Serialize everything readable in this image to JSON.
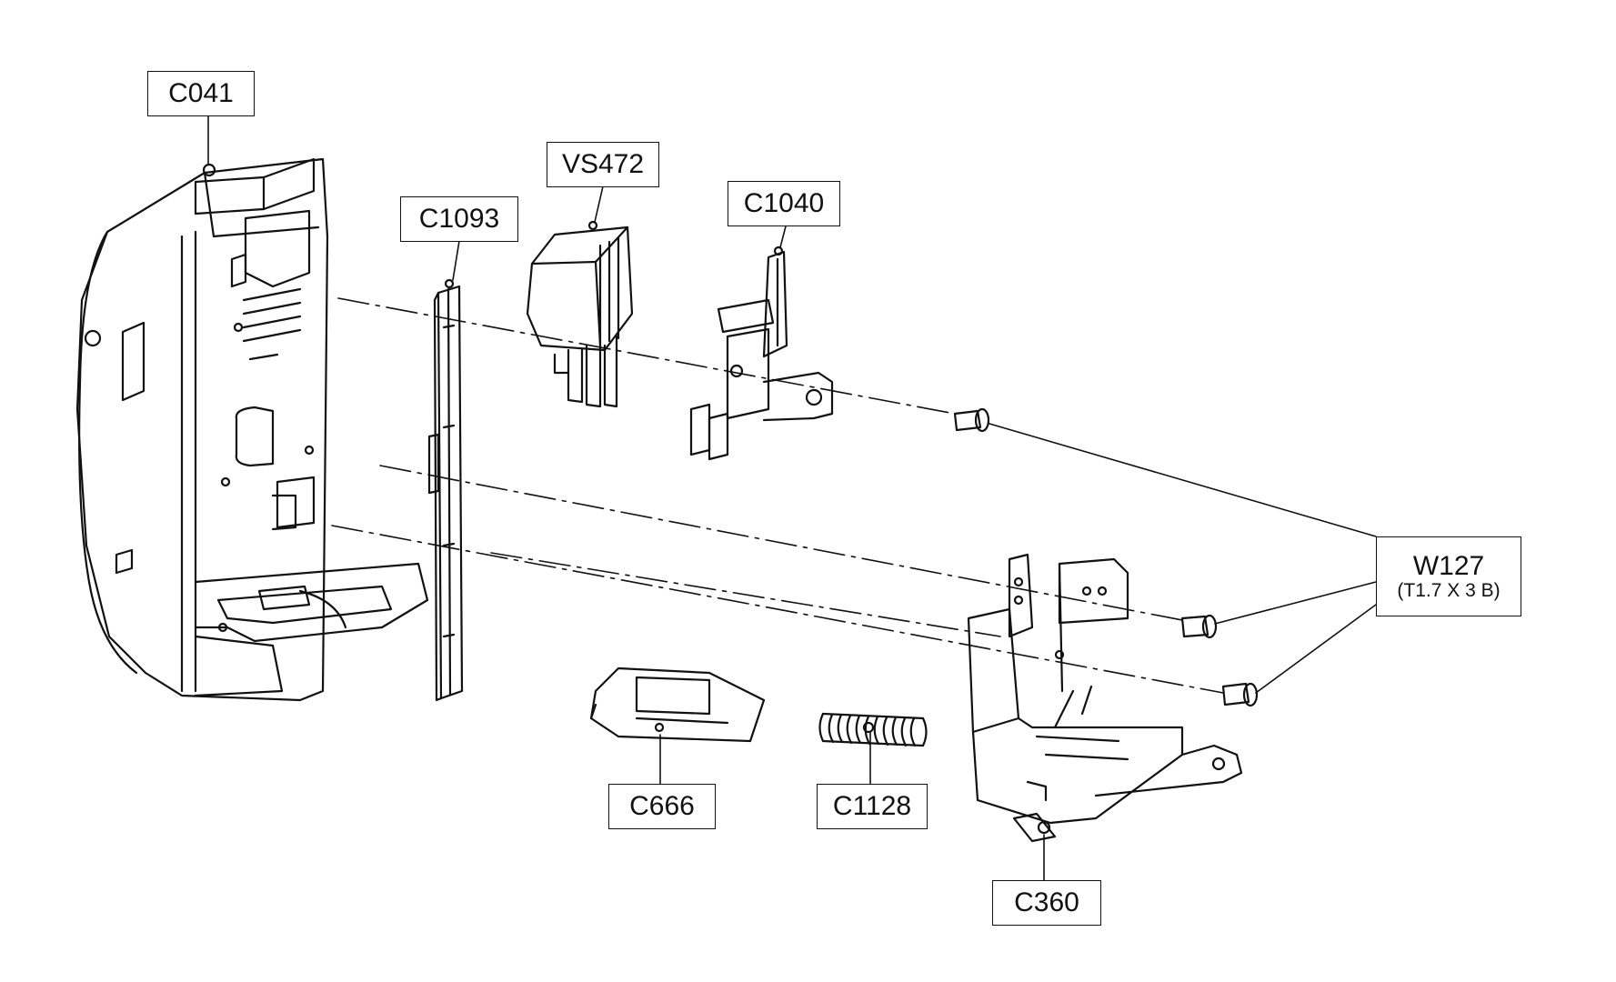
{
  "labels": {
    "c041": "C041",
    "c1093": "C1093",
    "vs472": "VS472",
    "c1040": "C1040",
    "w127": "W127",
    "w127_spec": "(T1.7 X 3 B)",
    "c666": "C666",
    "c1128": "C1128",
    "c360": "C360"
  },
  "colors": {
    "line": "#111111",
    "background": "#ffffff"
  }
}
